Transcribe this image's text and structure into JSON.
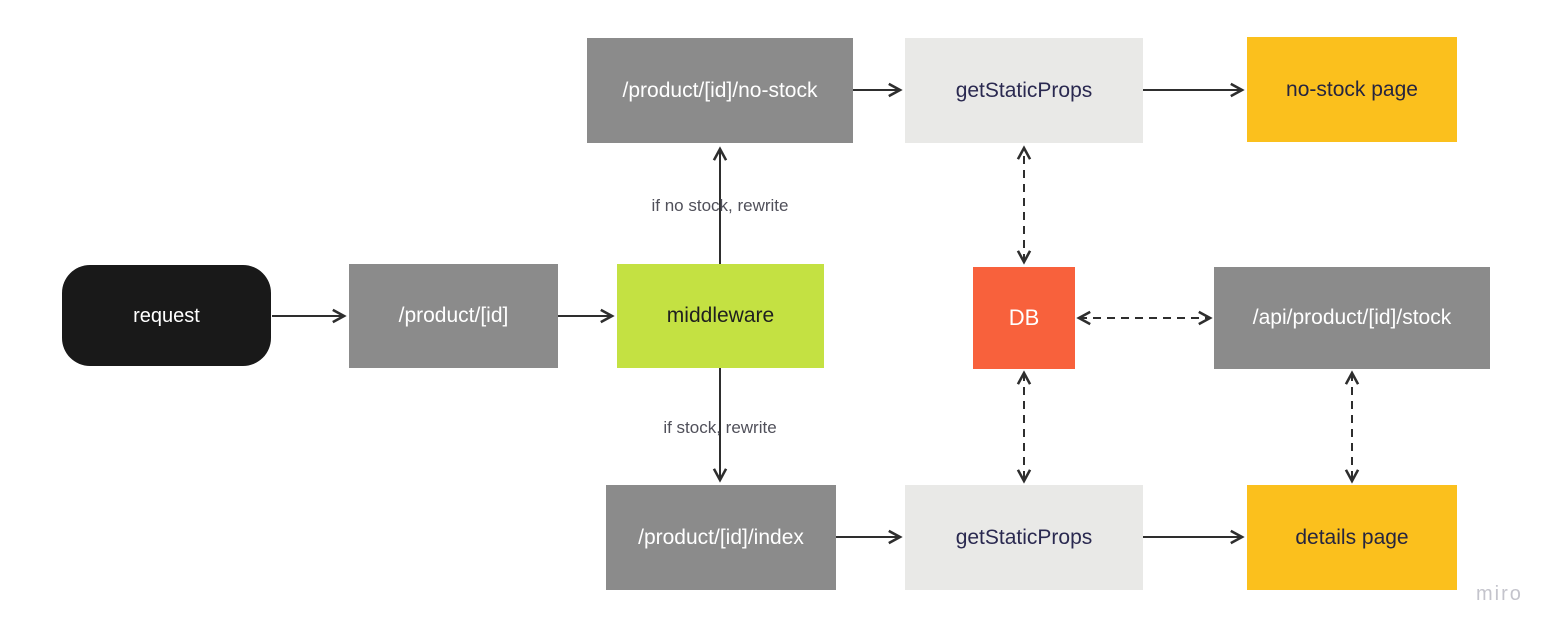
{
  "board": {
    "background": "#ffffff",
    "watermark": "miro"
  },
  "colors": {
    "node_gray": "#8B8B8B",
    "node_light_gray": "#E9E9E7",
    "node_black": "#191919",
    "node_green": "#C4E142",
    "node_orange": "#F8613C",
    "node_yellow": "#FBC01D",
    "text_white": "#FFFFFF",
    "text_navy": "#2A2950",
    "text_dark": "#1F1F1F",
    "edge_stroke": "#2E2E2E",
    "edge_label_gray": "#50505A",
    "watermark_gray": "#C4C4CC"
  },
  "nodes": {
    "request": "request",
    "product_route": "/product/[id]",
    "middleware": "middleware",
    "no_stock_route": "/product/[id]/no-stock",
    "get_static_props_top": "getStaticProps",
    "no_stock_page": "no-stock page",
    "db": "DB",
    "api_stock_route": "/api/product/[id]/stock",
    "product_index_route": "/product/[id]/index",
    "get_static_props_bottom": "getStaticProps",
    "details_page": "details page"
  },
  "edge_labels": {
    "no_stock": "if no stock, rewrite",
    "stock": "if stock, rewrite"
  }
}
